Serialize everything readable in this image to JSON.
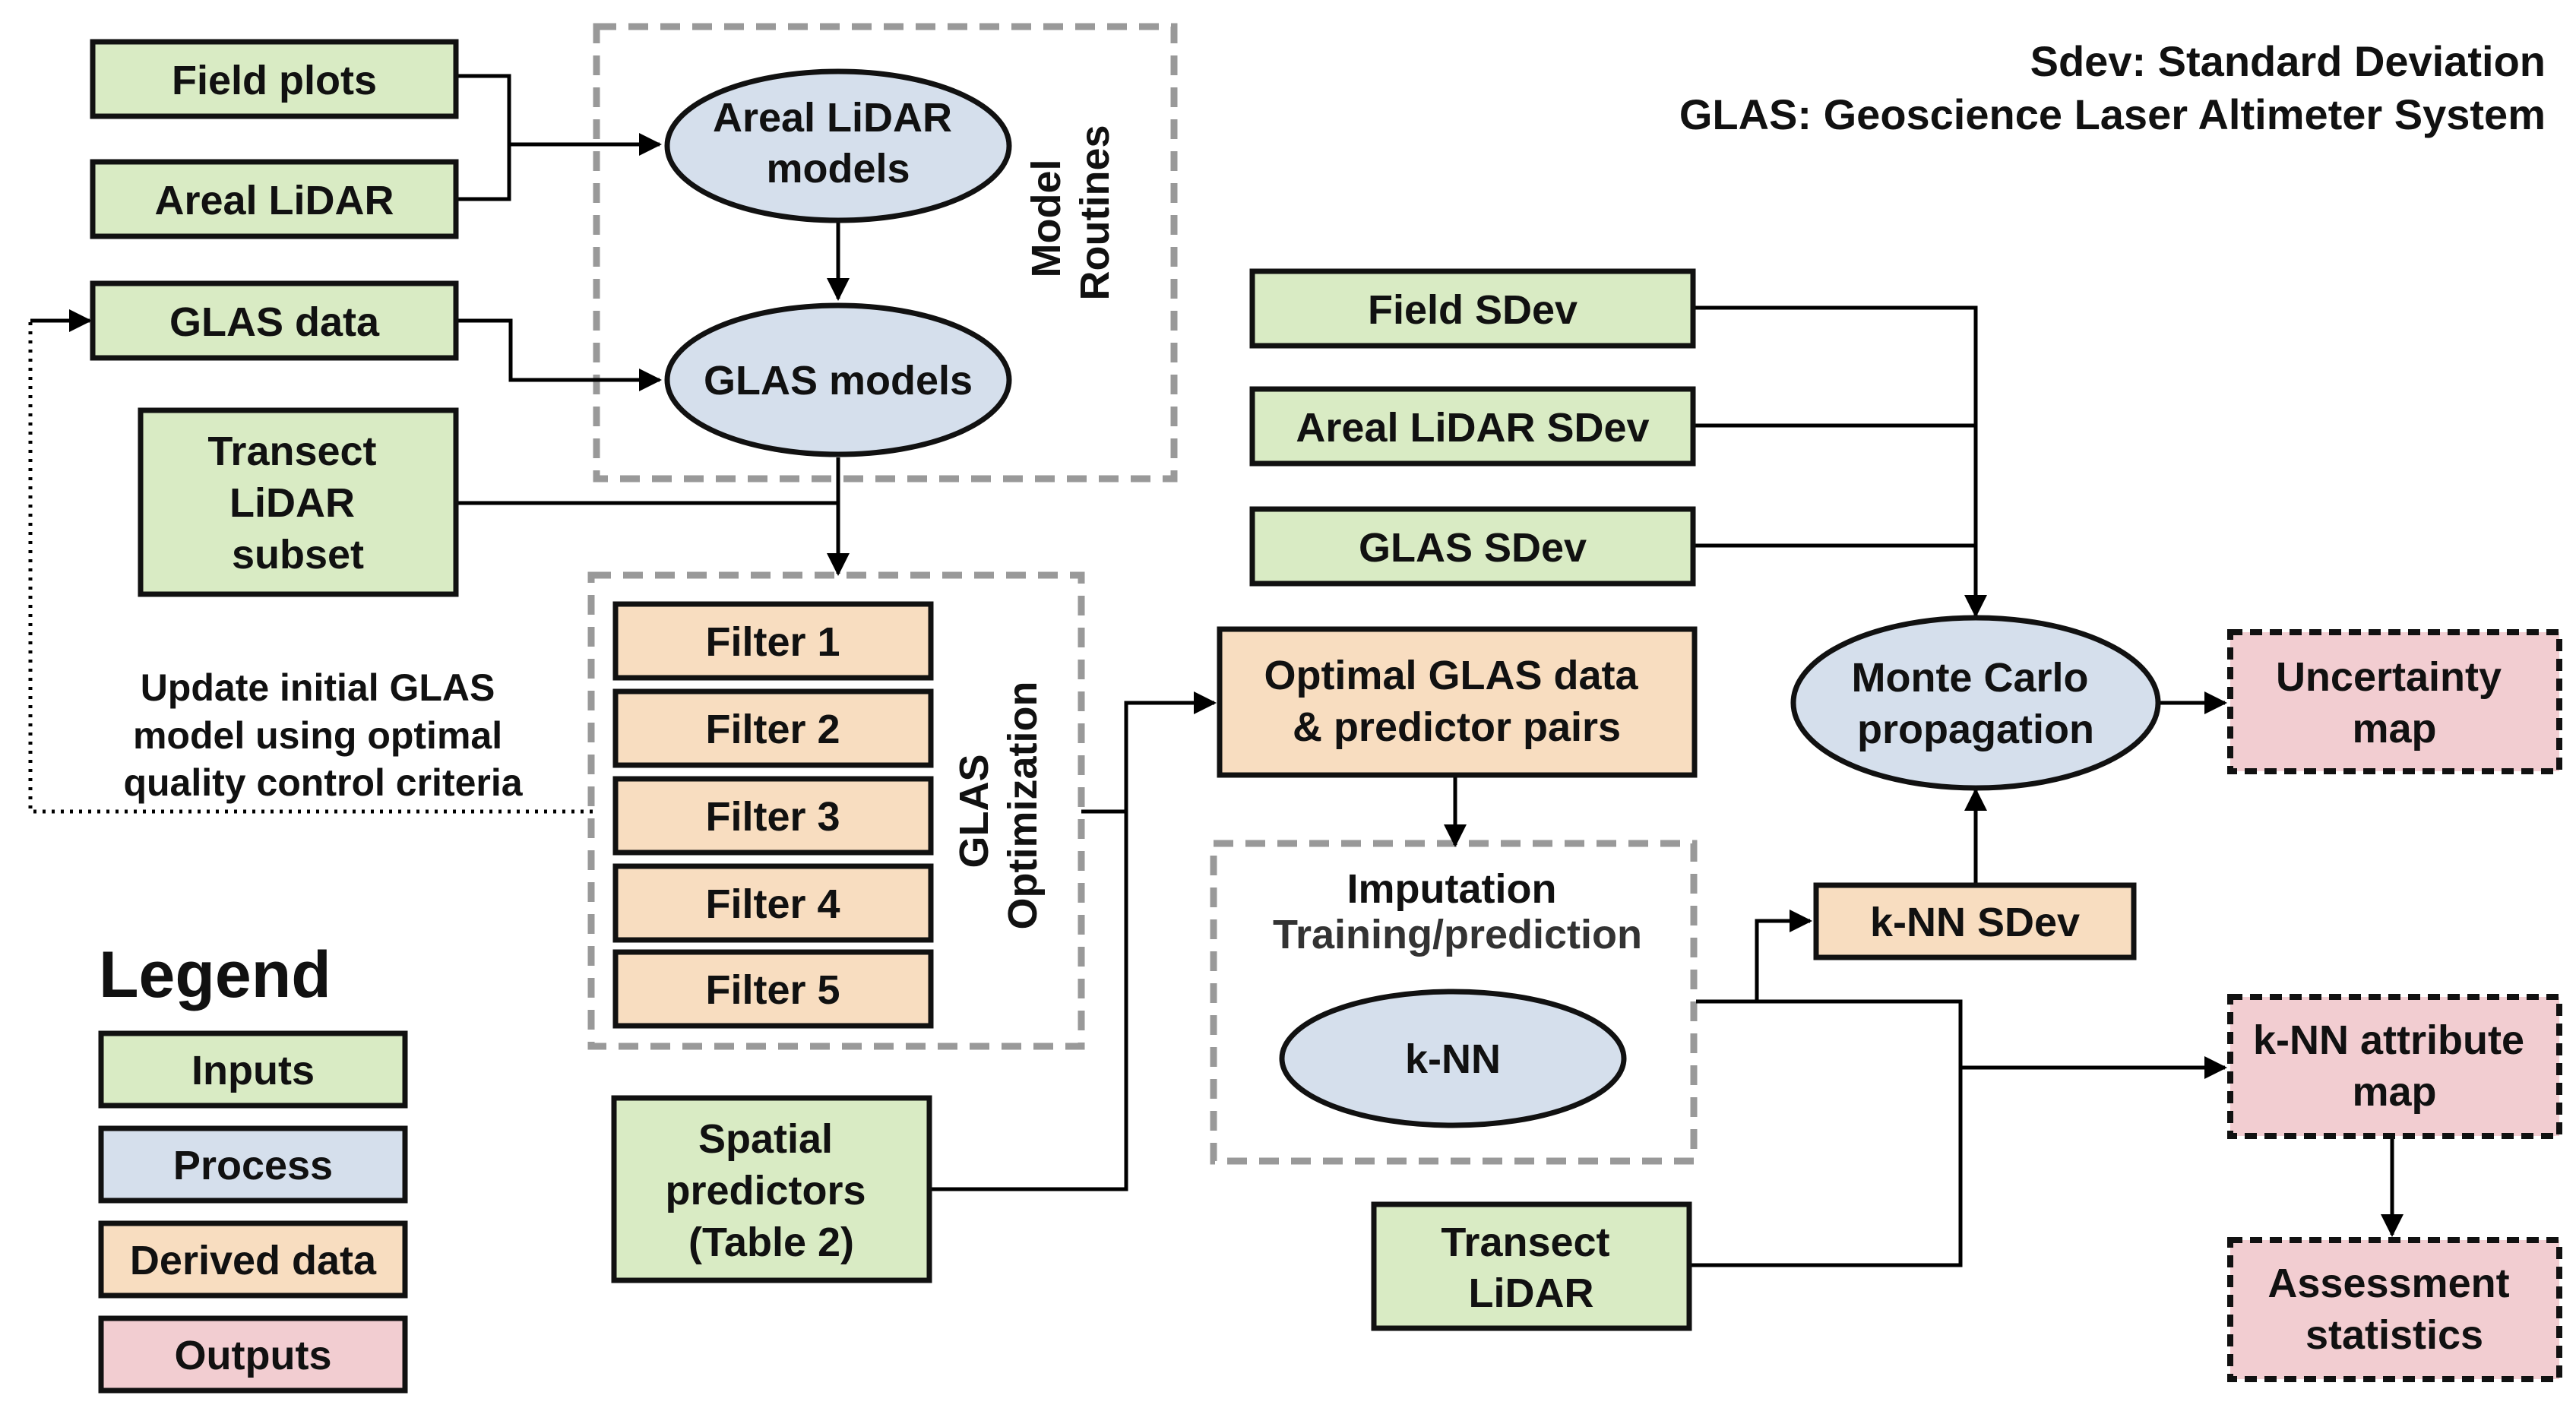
{
  "colors": {
    "input": "#d9ebc4",
    "process": "#d5dfec",
    "derived": "#f8ddc0",
    "output": "#f2cdd1",
    "container": "#999999",
    "line": "#000000"
  },
  "header": {
    "abbrev1": "Sdev: Standard Deviation",
    "abbrev2": "GLAS: Geoscience Laser Altimeter System"
  },
  "inputs": {
    "field_plots": "Field plots",
    "areal_lidar": "Areal LiDAR",
    "glas_data": "GLAS data",
    "transect_subset": [
      "Transect",
      "LiDAR",
      "subset"
    ],
    "field_sdev": "Field SDev",
    "areal_lidar_sdev": "Areal LiDAR SDev",
    "glas_sdev": "GLAS SDev",
    "spatial_predictors": [
      "Spatial",
      "predictors",
      "(Table 2)"
    ],
    "transect_lidar": [
      "Transect",
      "LiDAR"
    ]
  },
  "processes": {
    "areal_models": [
      "Areal LiDAR",
      "models"
    ],
    "glas_models": "GLAS models",
    "monte_carlo": [
      "Monte Carlo",
      "propagation"
    ],
    "knn": "k-NN"
  },
  "containers": {
    "model_routines": [
      "Model",
      "Routines"
    ],
    "glas_optimization": [
      "GLAS",
      "Optimization"
    ],
    "imputation": [
      "Imputation",
      "Training/prediction"
    ]
  },
  "derived": {
    "filters": [
      "Filter 1",
      "Filter 2",
      "Filter 3",
      "Filter 4",
      "Filter 5"
    ],
    "optimal_pairs": [
      "Optimal GLAS data",
      "& predictor pairs"
    ],
    "knn_sdev": "k-NN SDev"
  },
  "outputs": {
    "uncertainty_map": [
      "Uncertainty",
      "map"
    ],
    "knn_attribute_map": [
      "k-NN attribute",
      "map"
    ],
    "assessment_statistics": [
      "Assessment",
      "statistics"
    ]
  },
  "feedback_note": [
    "Update initial GLAS",
    "model using optimal",
    "quality control criteria"
  ],
  "legend": {
    "title": "Legend",
    "items": [
      "Inputs",
      "Process",
      "Derived data",
      "Outputs"
    ]
  }
}
